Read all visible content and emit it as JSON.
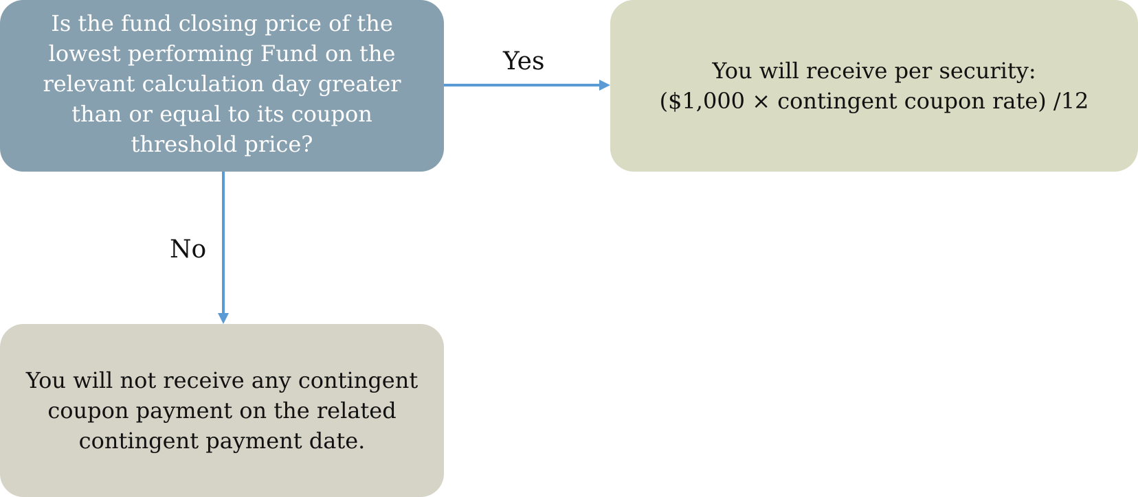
{
  "flowchart": {
    "question": {
      "text": "Is the fund closing price of the\nlowest performing Fund on the\nrelevant calculation day greater\nthan or equal to its coupon\nthreshold price?"
    },
    "yes_outcome": {
      "text": "You will receive per security:\n($1,000 × contingent coupon rate) /12"
    },
    "no_outcome": {
      "text": "You will not receive any contingent\ncoupon payment on the related\ncontingent payment date."
    },
    "edges": {
      "yes_label": "Yes",
      "no_label": "No"
    }
  },
  "colors": {
    "question_fill": "#87a0b0",
    "yes_fill": "#d9dbc2",
    "no_fill": "#d6d4c7",
    "arrow": "#5b9bd5"
  }
}
